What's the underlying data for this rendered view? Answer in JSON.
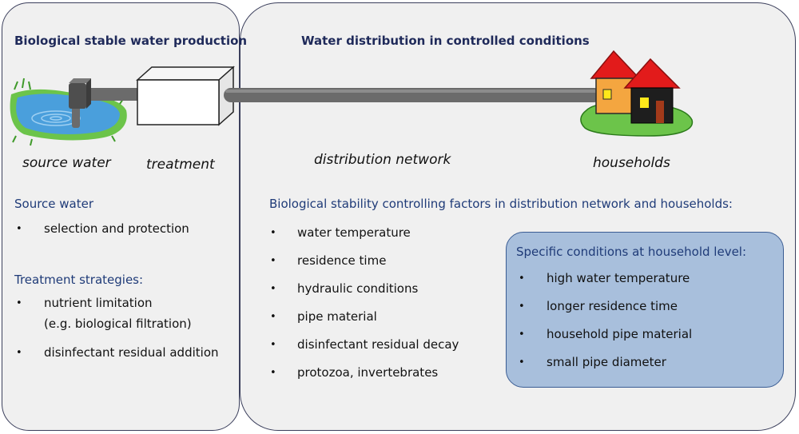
{
  "left_panel": {
    "title": "Biological stable water production",
    "caption_source": "source water",
    "caption_treatment": "treatment",
    "source_heading": "Source water",
    "source_items": [
      "selection and protection"
    ],
    "treatment_heading": "Treatment strategies:",
    "treatment_items": [
      "nutrient limitation",
      "(e.g. biological filtration)",
      "disinfectant residual addition"
    ]
  },
  "right_panel": {
    "title": "Water distribution in controlled conditions",
    "caption_network": "distribution network",
    "caption_households": "households",
    "factors_heading": "Biological stability controlling factors in distribution network and households:",
    "factors": [
      "water temperature",
      "residence time",
      "hydraulic conditions",
      "pipe material",
      "disinfectant residual decay",
      "protozoa, invertebrates"
    ]
  },
  "household_box": {
    "heading": "Specific conditions at household level:",
    "items": [
      "high water temperature",
      "longer residence time",
      "household pipe material",
      "small pipe diameter"
    ]
  },
  "colors": {
    "panel_bg": "#f0f0f0",
    "panel_border": "#3b3f5c",
    "household_bg": "#a8bfdc",
    "heading_text": "#1f2a5a",
    "subhead_text": "#1f3b78",
    "water": "#4a9fdc",
    "grass": "#6cc44a",
    "pipe": "#6b6b6b",
    "roof": "#e21b1b",
    "house_front_1": "#f4a640",
    "house_front_2": "#1e1e1e"
  },
  "icons": [
    "pond-icon",
    "tap-icon",
    "treatment-box-icon",
    "pipe-icon",
    "houses-icon"
  ]
}
